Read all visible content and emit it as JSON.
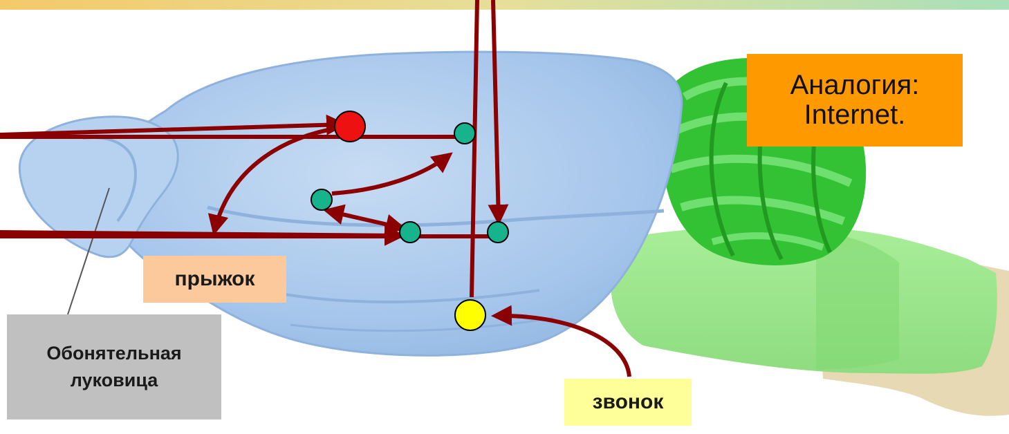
{
  "labels": {
    "analogy_line1": "Аналогия:",
    "analogy_line2": "Internet.",
    "jump": "прыжок",
    "olfactory_line1": "Обонятельная",
    "olfactory_line2": "луковица",
    "bell": "звонок"
  },
  "colors": {
    "brain": "#a9c9ec",
    "cerebellum": "#3cc93c",
    "brainstem": "#9be78f",
    "arrow": "#8b0000",
    "neuron": "#17b38c",
    "red_neuron": "#ee1111",
    "yellow_neuron": "#ffff00",
    "analogy_box": "#ff9900",
    "jump_box": "#fcc99d",
    "bell_box": "#ffff99",
    "olfactory_box": "#c0c0c0"
  }
}
